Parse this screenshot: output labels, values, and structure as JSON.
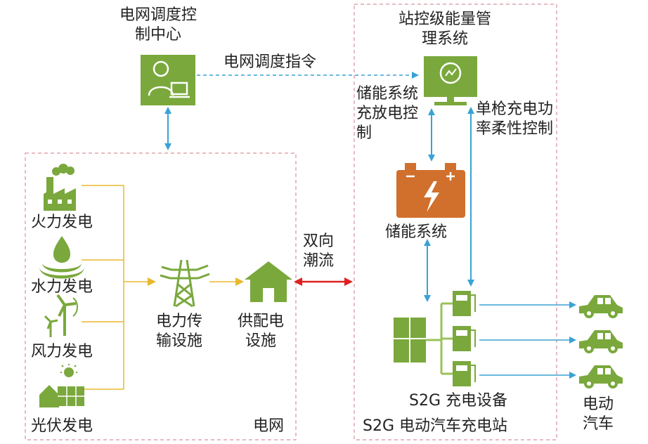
{
  "dispatch_center": "电网调度控制中心",
  "dispatch_command": "电网调度指令",
  "station_ems": "站控级能量管理系统",
  "storage_control": "储能系统充放电控制",
  "single_gun_control": "单枪充电功率柔性控制",
  "thermal": "火力发电",
  "hydro": "水力发电",
  "wind": "风力发电",
  "solar": "光伏发电",
  "transmission": "电力传输设施",
  "distribution": "供配电设施",
  "bidirectional_flow": "双向潮流",
  "storage_system": "储能系统",
  "charging_equipment": "S2G 充电设备",
  "charging_station": "S2G 电动汽车充电站",
  "grid": "电网",
  "ev": "电动汽车",
  "colors": {
    "green": "#7aa83c",
    "orange": "#d1702c",
    "blue_arrow": "#3aa2d4",
    "gold_line": "#e8b92c",
    "red_arrow": "#e02020",
    "dash_border": "#d9909c"
  }
}
